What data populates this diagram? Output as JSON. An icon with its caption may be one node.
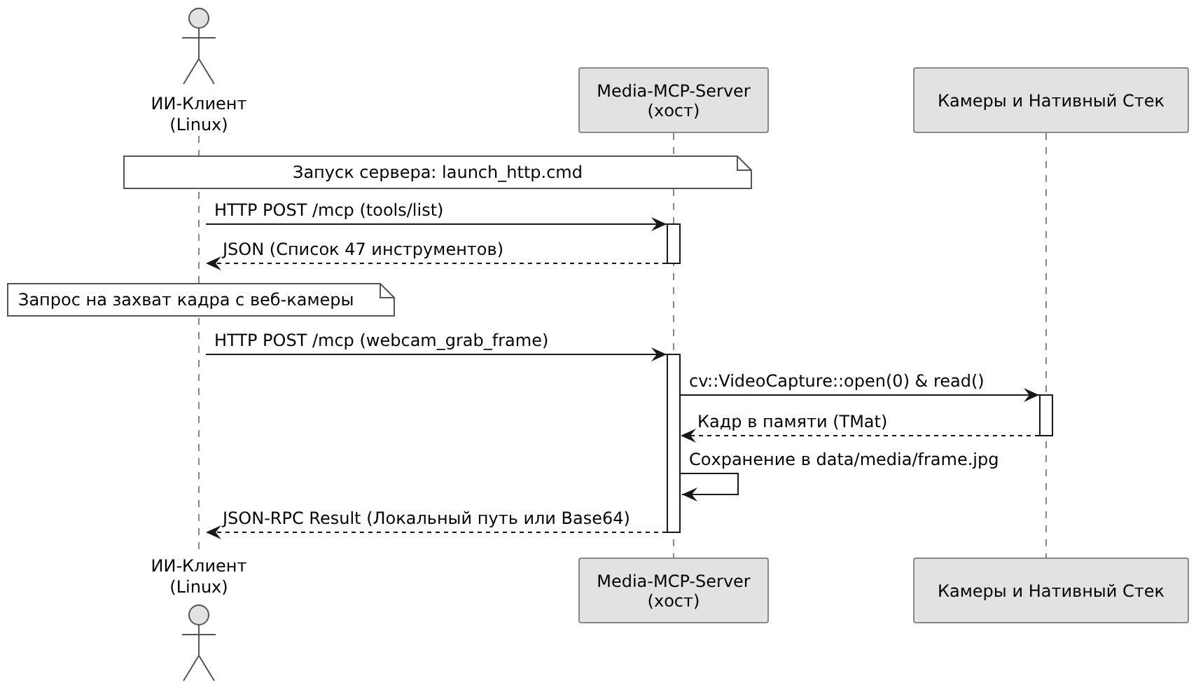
{
  "diagram": {
    "nodes": [
      {
        "text": [
          "ИИ-Клиент (Linux)"
        ]
      },
      {
        "text": [
          "Media-MCP-Server (хост)"
        ]
      },
      {
        "text": [
          "Камеры и Нативный Стек"
        ]
      },
      {
        "text": [
          "Запуск сервера: launch_http.cmd"
        ]
      },
      {
        "text": [
          "Запрос на захват кадра с веб-камеры"
        ]
      },
      {
        "text": [
          "ИИ-Клиент (Linux)"
        ]
      },
      {
        "text": [
          "Media-MCP-Server (хост)"
        ]
      },
      {
        "text": [
          "Камеры и Нативный Стек"
        ]
      },
      {
        "text": [],
        "shape": "line"
      },
      {
        "text": [],
        "shape": "line"
      },
      {
        "text": [],
        "shape": "line"
      }
    ],
    "edges": [
      {
        "from": 8,
        "to": 9,
        "arrow": "to",
        "label": "HTTP POST /mcp (tools/list)"
      },
      {
        "from": 9,
        "to": 8,
        "arrow": "to",
        "label": "JSON (Список 47 инструментов)",
        "style": "dashed"
      },
      {
        "from": 8,
        "to": 9,
        "arrow": "to",
        "label": "HTTP POST /mcp (webcam_grab_frame)"
      },
      {
        "from": 9,
        "to": 10,
        "arrow": "to",
        "label": "cv::VideoCapture::open(0) & read()"
      },
      {
        "from": 10,
        "to": 9,
        "arrow": "to",
        "label": "Кадр в памяти (TMat)",
        "style": "dashed"
      },
      {
        "from": 9,
        "to": 9,
        "arrow": "to",
        "label": "Сохранение в data/media/frame.jpg"
      },
      {
        "from": 9,
        "to": 8,
        "arrow": "to",
        "label": "JSON-RPC Result (Локальный путь или Base64)",
        "style": "dashed"
      }
    ]
  }
}
